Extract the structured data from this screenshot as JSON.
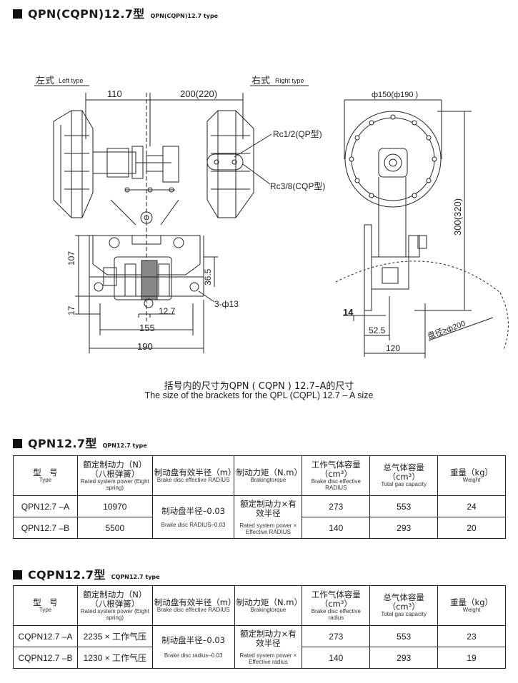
{
  "header": {
    "title": "QPN(CQPN)12.7型",
    "subtitle": "QPN(CQPN)12.7 type"
  },
  "drawing": {
    "left_label_cn": "左式",
    "left_label_en": "Left type",
    "right_label_cn": "右式",
    "right_label_en": "Right type",
    "dims": {
      "d110": "110",
      "d200": "200(220)",
      "phi150": "ф150(ф190 )",
      "rc12": "Rc1/2(QP型)",
      "rc38": "Rc3/8(CQP型)",
      "d107": "107",
      "d17": "17",
      "d36": "36.5",
      "holes": "3-ф13",
      "d12": "12.7",
      "d155": "155",
      "d190": "190",
      "d300": "300(320)",
      "d14": "14",
      "d52": "52.5",
      "d120": "120",
      "pan": "盘径≥ф200"
    }
  },
  "caption": {
    "cn": "括号内的尺寸为QPN ( CQPN ) 12.7–A的尺寸",
    "en": "The size of the brackets for the QPL (CQPL) 12.7 – A size"
  },
  "qpn": {
    "title": "QPN12.7型",
    "subtitle": "QPN12.7 type",
    "headers": [
      {
        "cn": "型　号",
        "en": "Type"
      },
      {
        "cn": "额定制动力（N）（八根弹簧）",
        "en": "Rated system power (Eight spring)"
      },
      {
        "cn": "制动盘有效半径（m）",
        "en": "Brake disc effective RADIUS"
      },
      {
        "cn": "制动力矩（N.m）",
        "en": "Brakingtorque"
      },
      {
        "cn": "工作气体容量（cm³）",
        "en": "Brake disc effective RADIUS"
      },
      {
        "cn": "总气体容量（cm³）",
        "en": "Total gas capacity"
      },
      {
        "cn": "重量（kg）",
        "en": "Weight"
      }
    ],
    "rows": [
      {
        "type": "QPN12.7 –A",
        "force": "10970",
        "work": "273",
        "total": "553",
        "weight": "24"
      },
      {
        "type": "QPN12.7 –B",
        "force": "5500",
        "work": "140",
        "total": "293",
        "weight": "20"
      }
    ],
    "radius_cn": "制动盘半径–0.03",
    "radius_en": "Brake disc RADIUS–0.03",
    "torque_cn": "额定制动力×有效半径",
    "torque_en": "Rated system power × Effective RADIUS"
  },
  "cqpn": {
    "title": "CQPN12.7型",
    "subtitle": "CQPN12.7 type",
    "headers": [
      {
        "cn": "型　号",
        "en": "Type"
      },
      {
        "cn": "额定制动力（N）（八根弹簧）",
        "en": "Rated system power (Eight spring)"
      },
      {
        "cn": "制动盘有效半径（m）",
        "en": "Brake disc effective RADIUS"
      },
      {
        "cn": "制动力矩（N.m）",
        "en": "Brakingtorque"
      },
      {
        "cn": "工作气体容量（cm³）",
        "en": "Brake disc effective radius"
      },
      {
        "cn": "总气体容量（cm³）",
        "en": "Total gas capacity"
      },
      {
        "cn": "重量（kg）",
        "en": "Weight"
      }
    ],
    "rows": [
      {
        "type": "CQPN12.7 –A",
        "force": "2235 × 工作气压",
        "work": "273",
        "total": "553",
        "weight": "23"
      },
      {
        "type": "CQPN12.7 –B",
        "force": "1230 × 工作气压",
        "work": "140",
        "total": "293",
        "weight": "19"
      }
    ],
    "radius_cn": "制动盘半径–0.03",
    "radius_en": "Brake disc radius–0.03",
    "torque_cn": "额定制动力×有效半径",
    "torque_en": "Rated system power × Effective radius"
  }
}
